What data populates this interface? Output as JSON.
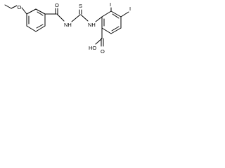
{
  "molecule": {
    "ethoxy_oxygen": "O",
    "amide_oxygen": "O",
    "amide_nh": "NH",
    "thioamide_sulfur": "S",
    "thioamide_nh": "NH",
    "iodo_top": "I",
    "iodo_right": "I",
    "carboxylic_acid_oh": "HO",
    "carboxylic_acid_oxygen": "O"
  }
}
